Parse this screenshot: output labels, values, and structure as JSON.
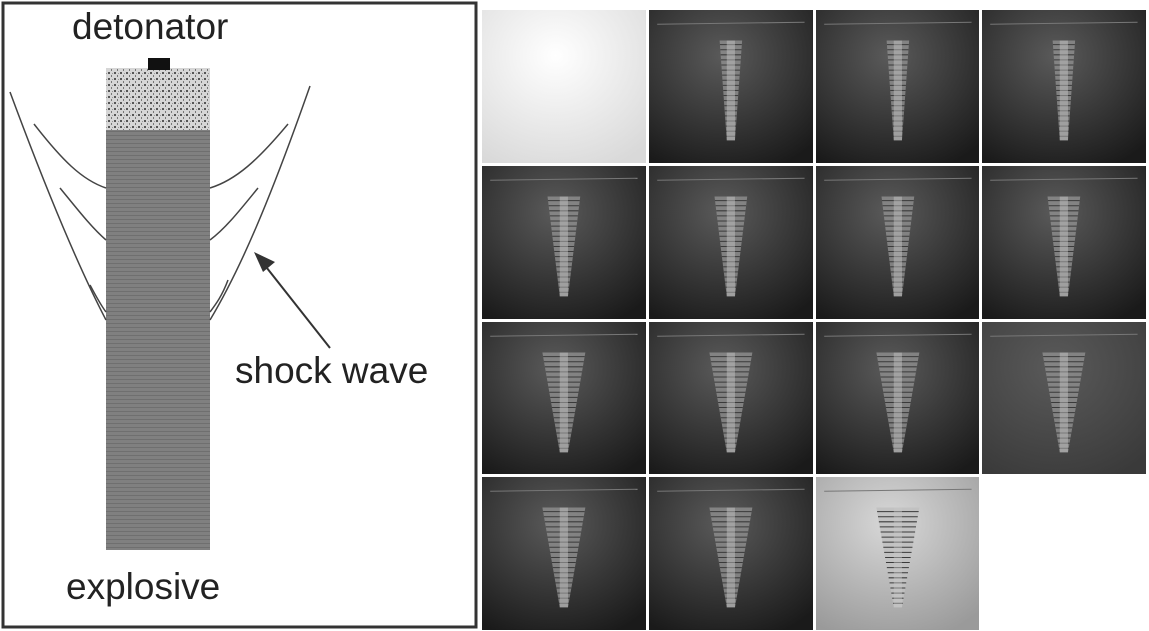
{
  "diagram": {
    "labels": {
      "detonator": "detonator",
      "shock_wave": "shock wave",
      "explosive": "explosive"
    },
    "colors": {
      "frame_border": "#333333",
      "explosive_fill": "#7f7f7f",
      "detonator_cap": "#111111",
      "booster_fill": "#d0d0d0",
      "shock_lines": "#444444"
    }
  },
  "frames": {
    "rows": 4,
    "columns": 4,
    "count": 16,
    "sequence": [
      {
        "tone": "overexposed",
        "cone": 0
      },
      {
        "tone": "dark",
        "cone": 1
      },
      {
        "tone": "dark",
        "cone": 1
      },
      {
        "tone": "dark",
        "cone": 1
      },
      {
        "tone": "dark",
        "cone": 2
      },
      {
        "tone": "dark",
        "cone": 2
      },
      {
        "tone": "dark",
        "cone": 2
      },
      {
        "tone": "dark",
        "cone": 2
      },
      {
        "tone": "dark",
        "cone": 3
      },
      {
        "tone": "dark",
        "cone": 3
      },
      {
        "tone": "dark",
        "cone": 3
      },
      {
        "tone": "hazy",
        "cone": 3
      },
      {
        "tone": "dark",
        "cone": 3
      },
      {
        "tone": "dark",
        "cone": 3
      },
      {
        "tone": "bright",
        "cone": 3
      },
      {
        "tone": "blank",
        "cone": 0
      }
    ]
  }
}
